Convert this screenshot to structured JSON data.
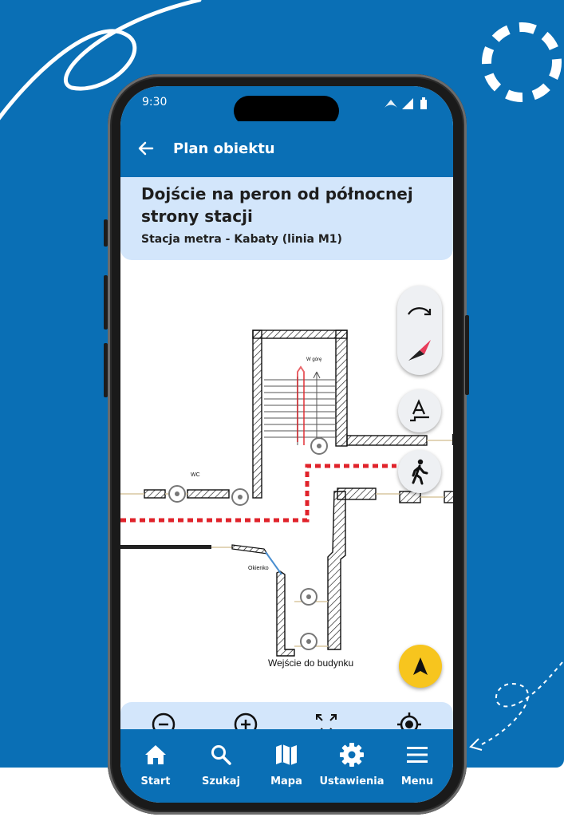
{
  "status": {
    "time": "9:30"
  },
  "appbar": {
    "title": "Plan obiektu"
  },
  "info": {
    "title": "Dojście na peron od północnej strony stacji",
    "subtitle": "Stacja metra - Kabaty (linia M1)"
  },
  "map": {
    "labels": {
      "wc": "WC",
      "up": "W górę",
      "window": "Okienko",
      "entrance": "Wejście do budynku"
    }
  },
  "nav": [
    {
      "label": "Start",
      "icon": "home-icon"
    },
    {
      "label": "Szukaj",
      "icon": "search-icon"
    },
    {
      "label": "Mapa",
      "icon": "map-icon"
    },
    {
      "label": "Ustawienia",
      "icon": "gear-icon"
    },
    {
      "label": "Menu",
      "icon": "menu-icon"
    }
  ],
  "colors": {
    "brand": "#0a6fb5",
    "card": "#d3e6fb",
    "route": "#e0232b",
    "nav_fab": "#f7c51e"
  }
}
